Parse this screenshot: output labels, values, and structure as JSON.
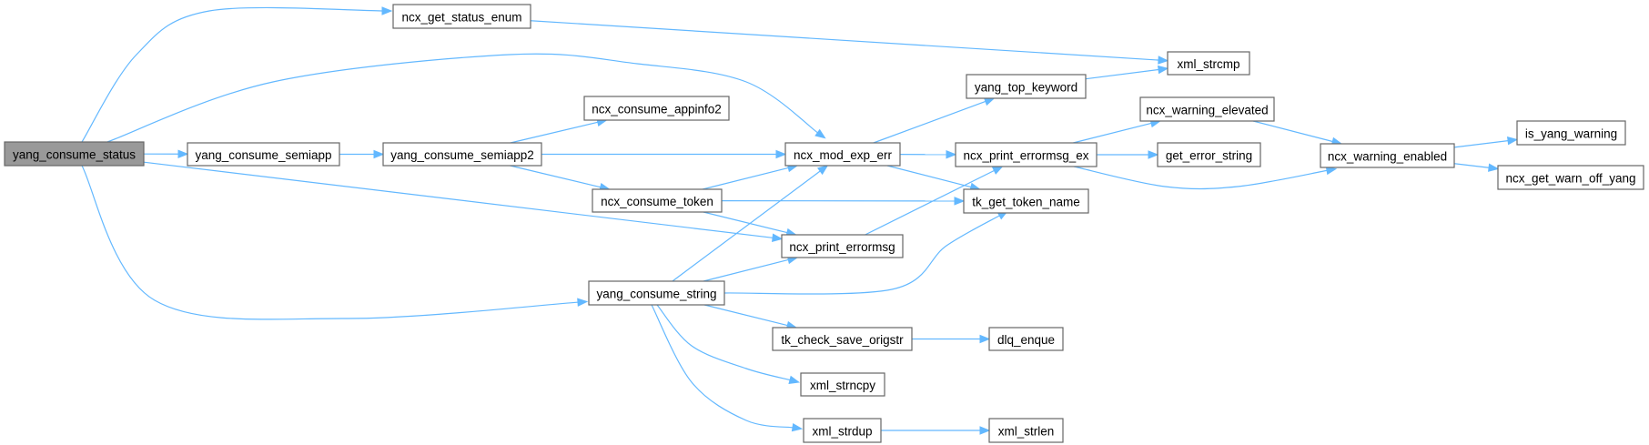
{
  "graph": {
    "title": "yang_consume_status call graph",
    "root": "yang_consume_status",
    "colors": {
      "edge": "#63b8ff",
      "root_fill": "#999999",
      "node_fill": "#ffffff",
      "node_border": "#666666"
    },
    "nodes": [
      {
        "id": "yang_consume_status",
        "label": "yang_consume_status",
        "root": true
      },
      {
        "id": "ncx_get_status_enum",
        "label": "ncx_get_status_enum"
      },
      {
        "id": "yang_consume_semiapp",
        "label": "yang_consume_semiapp"
      },
      {
        "id": "yang_consume_semiapp2",
        "label": "yang_consume_semiapp2"
      },
      {
        "id": "ncx_consume_appinfo2",
        "label": "ncx_consume_appinfo2"
      },
      {
        "id": "ncx_consume_token",
        "label": "ncx_consume_token"
      },
      {
        "id": "yang_consume_string",
        "label": "yang_consume_string"
      },
      {
        "id": "ncx_mod_exp_err",
        "label": "ncx_mod_exp_err"
      },
      {
        "id": "ncx_print_errormsg",
        "label": "ncx_print_errormsg"
      },
      {
        "id": "tk_check_save_origstr",
        "label": "tk_check_save_origstr"
      },
      {
        "id": "xml_strncpy",
        "label": "xml_strncpy"
      },
      {
        "id": "xml_strdup",
        "label": "xml_strdup"
      },
      {
        "id": "yang_top_keyword",
        "label": "yang_top_keyword"
      },
      {
        "id": "ncx_print_errormsg_ex",
        "label": "ncx_print_errormsg_ex"
      },
      {
        "id": "tk_get_token_name",
        "label": "tk_get_token_name"
      },
      {
        "id": "xml_strcmp",
        "label": "xml_strcmp"
      },
      {
        "id": "ncx_warning_elevated",
        "label": "ncx_warning_elevated"
      },
      {
        "id": "get_error_string",
        "label": "get_error_string"
      },
      {
        "id": "dlq_enque",
        "label": "dlq_enque"
      },
      {
        "id": "xml_strlen",
        "label": "xml_strlen"
      },
      {
        "id": "ncx_warning_enabled",
        "label": "ncx_warning_enabled"
      },
      {
        "id": "is_yang_warning",
        "label": "is_yang_warning"
      },
      {
        "id": "ncx_get_warn_off_yang",
        "label": "ncx_get_warn_off_yang"
      }
    ],
    "edges": [
      {
        "from": "yang_consume_status",
        "to": "ncx_get_status_enum"
      },
      {
        "from": "yang_consume_status",
        "to": "ncx_mod_exp_err"
      },
      {
        "from": "yang_consume_status",
        "to": "yang_consume_semiapp"
      },
      {
        "from": "yang_consume_status",
        "to": "ncx_print_errormsg"
      },
      {
        "from": "yang_consume_status",
        "to": "yang_consume_string"
      },
      {
        "from": "ncx_get_status_enum",
        "to": "xml_strcmp"
      },
      {
        "from": "yang_consume_semiapp",
        "to": "yang_consume_semiapp2"
      },
      {
        "from": "yang_consume_semiapp2",
        "to": "ncx_consume_appinfo2"
      },
      {
        "from": "yang_consume_semiapp2",
        "to": "ncx_mod_exp_err"
      },
      {
        "from": "yang_consume_semiapp2",
        "to": "ncx_consume_token"
      },
      {
        "from": "ncx_consume_token",
        "to": "ncx_mod_exp_err"
      },
      {
        "from": "ncx_consume_token",
        "to": "tk_get_token_name"
      },
      {
        "from": "ncx_consume_token",
        "to": "ncx_print_errormsg"
      },
      {
        "from": "ncx_mod_exp_err",
        "to": "yang_top_keyword"
      },
      {
        "from": "ncx_mod_exp_err",
        "to": "ncx_print_errormsg_ex"
      },
      {
        "from": "ncx_mod_exp_err",
        "to": "tk_get_token_name"
      },
      {
        "from": "yang_top_keyword",
        "to": "xml_strcmp"
      },
      {
        "from": "ncx_print_errormsg",
        "to": "ncx_print_errormsg_ex"
      },
      {
        "from": "ncx_print_errormsg_ex",
        "to": "ncx_warning_elevated"
      },
      {
        "from": "ncx_print_errormsg_ex",
        "to": "get_error_string"
      },
      {
        "from": "ncx_print_errormsg_ex",
        "to": "ncx_warning_enabled"
      },
      {
        "from": "ncx_warning_elevated",
        "to": "ncx_warning_enabled"
      },
      {
        "from": "ncx_warning_enabled",
        "to": "is_yang_warning"
      },
      {
        "from": "ncx_warning_enabled",
        "to": "ncx_get_warn_off_yang"
      },
      {
        "from": "yang_consume_string",
        "to": "ncx_mod_exp_err"
      },
      {
        "from": "yang_consume_string",
        "to": "ncx_print_errormsg"
      },
      {
        "from": "yang_consume_string",
        "to": "tk_get_token_name"
      },
      {
        "from": "yang_consume_string",
        "to": "tk_check_save_origstr"
      },
      {
        "from": "yang_consume_string",
        "to": "xml_strncpy"
      },
      {
        "from": "yang_consume_string",
        "to": "xml_strdup"
      },
      {
        "from": "tk_check_save_origstr",
        "to": "dlq_enque"
      },
      {
        "from": "xml_strdup",
        "to": "xml_strlen"
      }
    ]
  }
}
